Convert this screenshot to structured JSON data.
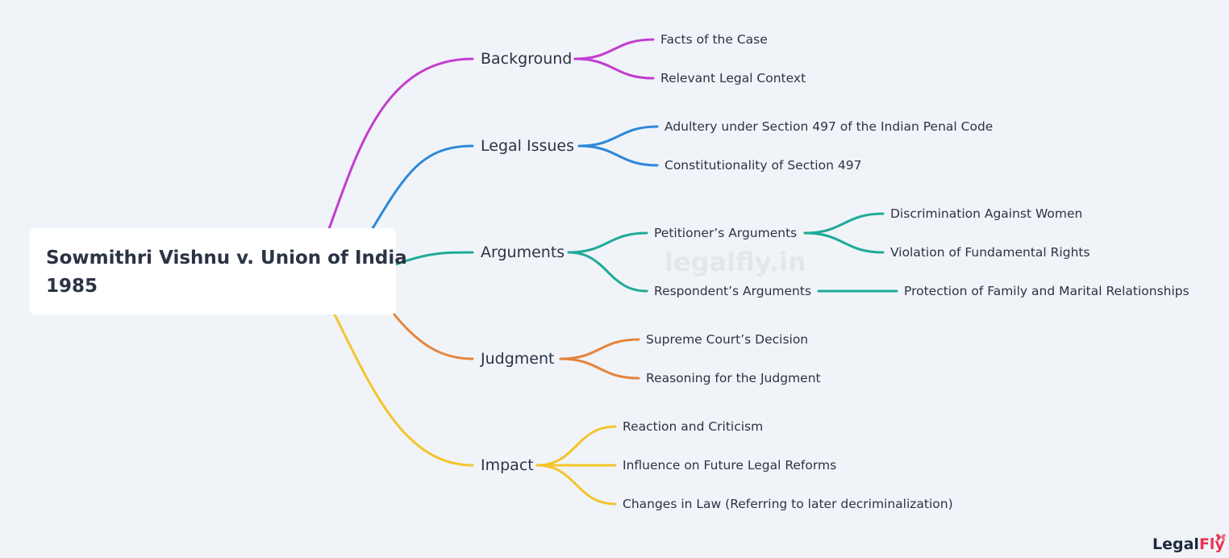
{
  "root": {
    "title_line1": "Sowmithri Vishnu v. Union of India",
    "title_line2": "1985"
  },
  "branches": [
    {
      "label": "Background",
      "color": "#c23ecf",
      "children": [
        {
          "label": "Facts of the Case"
        },
        {
          "label": "Relevant Legal Context"
        }
      ]
    },
    {
      "label": "Legal Issues",
      "color": "#2f88d8",
      "children": [
        {
          "label": "Adultery under Section 497 of the Indian Penal Code"
        },
        {
          "label": "Constitutionality of Section 497"
        }
      ]
    },
    {
      "label": "Arguments",
      "color": "#20aa98",
      "children": [
        {
          "label": "Petitioner’s Arguments",
          "children": [
            {
              "label": "Discrimination Against Women"
            },
            {
              "label": "Violation of Fundamental Rights"
            }
          ]
        },
        {
          "label": "Respondent’s Arguments",
          "children": [
            {
              "label": "Protection of Family and Marital Relationships"
            }
          ]
        }
      ]
    },
    {
      "label": "Judgment",
      "color": "#e5843b",
      "children": [
        {
          "label": "Supreme Court’s Decision"
        },
        {
          "label": "Reasoning for the Judgment"
        }
      ]
    },
    {
      "label": "Impact",
      "color": "#f5c42c",
      "children": [
        {
          "label": "Reaction and Criticism"
        },
        {
          "label": "Influence on Future Legal Reforms"
        },
        {
          "label": "Changes in Law (Referring to later decriminalization)"
        }
      ]
    }
  ],
  "watermark": "legalfly.in",
  "brand": {
    "part1": "Legal",
    "part2": "Fly"
  },
  "colors": {
    "background": "#f0f4f8",
    "text": "#2b3345",
    "brand_accent": "#e8334f"
  }
}
